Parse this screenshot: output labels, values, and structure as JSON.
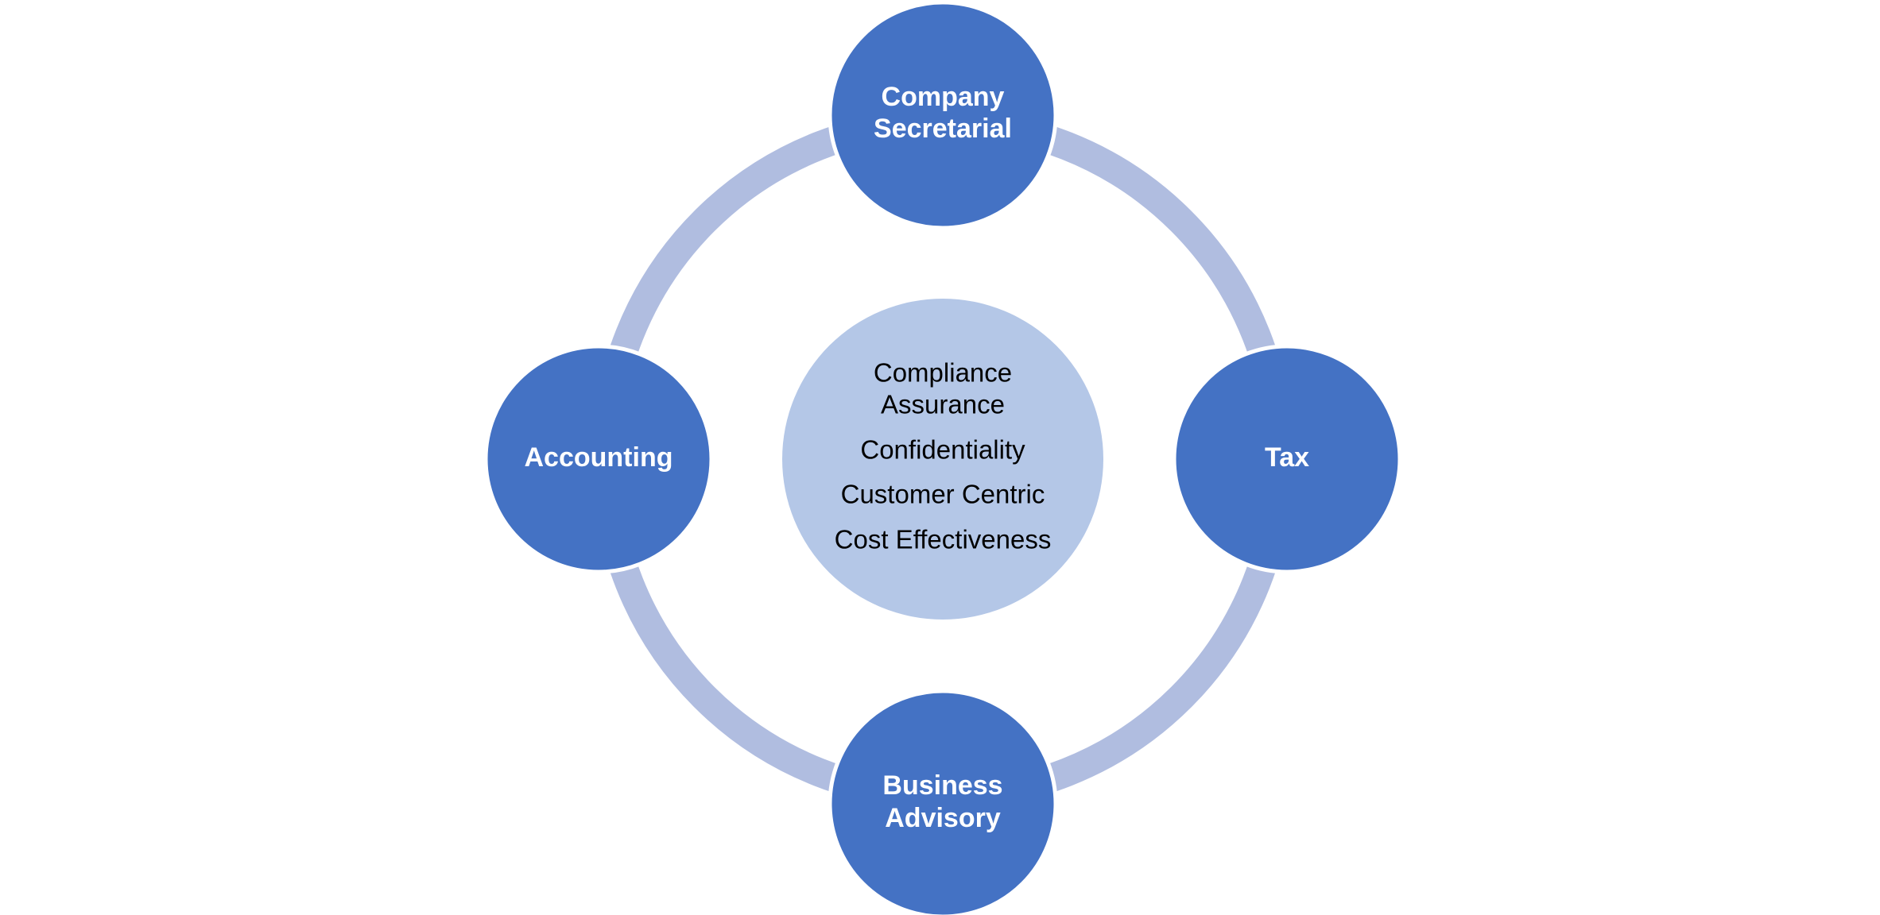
{
  "colors": {
    "ring": "#b0bde0",
    "node_fill": "#4472c4",
    "node_stroke": "#ffffff",
    "center_fill": "#b4c7e7",
    "node_text": "#ffffff",
    "center_text": "#000000",
    "background": "#ffffff"
  },
  "nodes": {
    "top": {
      "lines": [
        "Company",
        "Secretarial"
      ]
    },
    "right": {
      "lines": [
        "Tax"
      ]
    },
    "bottom": {
      "lines": [
        "Business",
        "Advisory"
      ]
    },
    "left": {
      "lines": [
        "Accounting"
      ]
    }
  },
  "center": {
    "values": [
      "Compliance",
      "Assurance",
      "Confidentiality",
      "Customer Centric",
      "Cost Effectiveness"
    ]
  }
}
